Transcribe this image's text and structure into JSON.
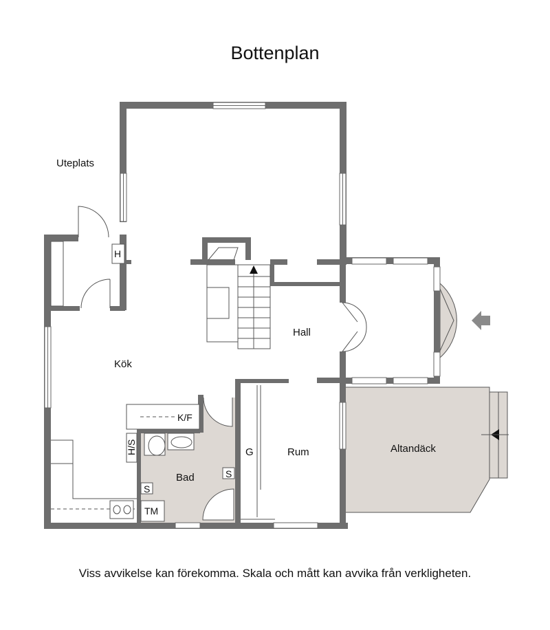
{
  "title": "Bottenplan",
  "disclaimer": "Viss avvikelse kan förekomma. Skala och mått kan avvika från verkligheten.",
  "rooms": {
    "uteplats": "Uteplats",
    "kok": "Kök",
    "hall": "Hall",
    "rum": "Rum",
    "bad": "Bad",
    "altandack": "Altandäck"
  },
  "fixtures": {
    "h": "H",
    "kf": "K/F",
    "hs": "H/S",
    "s_bad": "S",
    "s_left": "S",
    "tm": "TM",
    "g": "G"
  },
  "colors": {
    "wall": "#6e6e6e",
    "floor_fill": "#ddd8d3",
    "line": "#555555"
  }
}
